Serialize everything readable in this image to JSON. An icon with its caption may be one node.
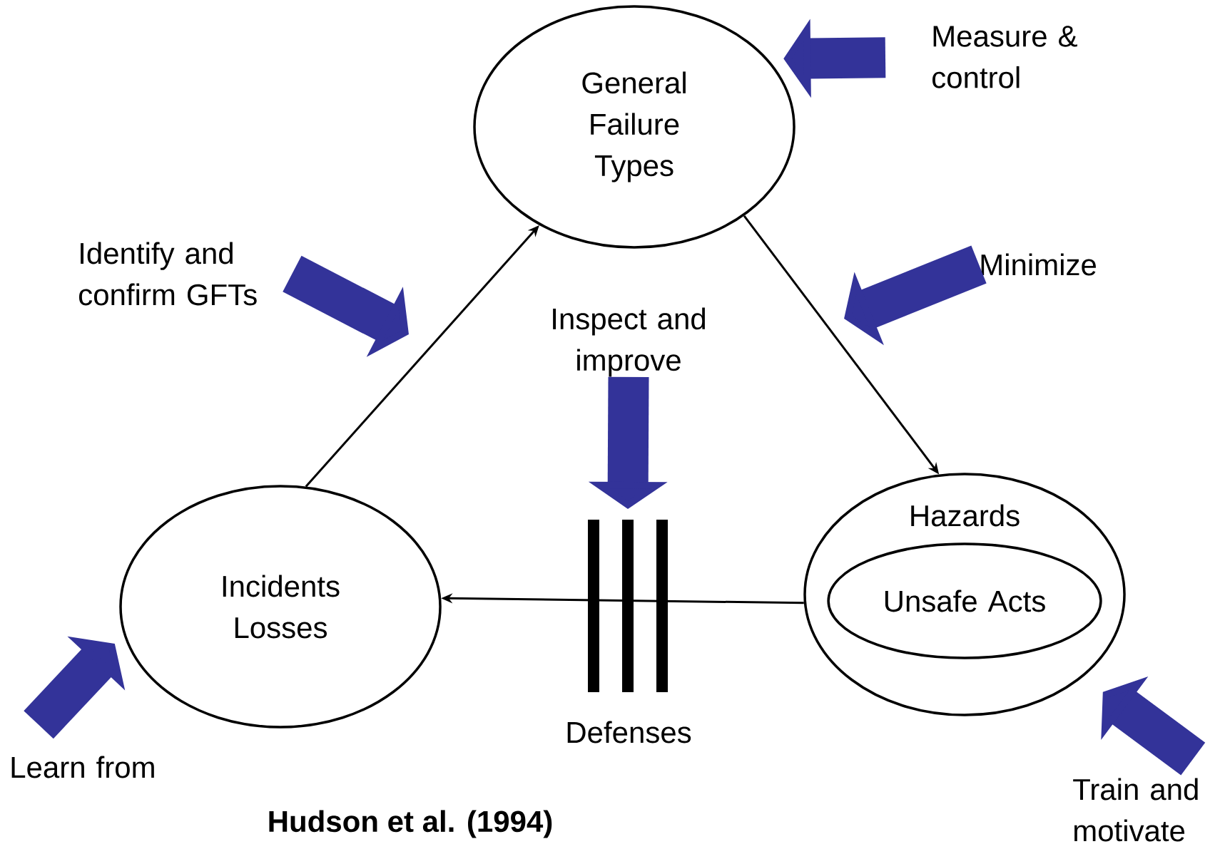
{
  "diagram": {
    "caption": "Hudson et al. (1994)",
    "nodes": [
      {
        "text": [
          "General Failure Types"
        ]
      },
      {
        "text": [
          "Measure & control"
        ]
      },
      {
        "text": [
          "Identify and confirm GFTs"
        ]
      },
      {
        "text": [
          "Minimize"
        ]
      },
      {
        "text": [
          "Inspect and improve"
        ]
      },
      {
        "text": [
          "Hazards"
        ]
      },
      {
        "text": [
          "Unsafe Acts"
        ],
        "in": 5
      },
      {
        "text": [
          "Incidents Losses"
        ]
      },
      {
        "text": [
          "Learn from"
        ]
      },
      {
        "text": [
          "Train and motivate"
        ]
      }
    ],
    "edges": [
      {
        "from": 7,
        "to": 0,
        "arrow": "to",
        "color": "#000000"
      },
      {
        "from": 0,
        "to": 5,
        "arrow": "to",
        "color": "#000000"
      },
      {
        "from": 5,
        "to": 7,
        "arrow": "to",
        "color": "#000000"
      },
      {
        "from": 1,
        "to": 0,
        "arrow": "to",
        "color": "#333399"
      },
      {
        "from": 3,
        "to": null,
        "arrow": "to",
        "color": "#333399"
      },
      {
        "from": 2,
        "to": null,
        "arrow": "to",
        "color": "#333399"
      },
      {
        "from": 4,
        "to": null,
        "arrow": "to",
        "color": "#333399"
      },
      {
        "from": 8,
        "to": 7,
        "arrow": "to",
        "color": "#333399"
      },
      {
        "from": 9,
        "to": 5,
        "arrow": "to",
        "color": "#333399"
      }
    ],
    "labels": [
      "Defenses"
    ]
  }
}
